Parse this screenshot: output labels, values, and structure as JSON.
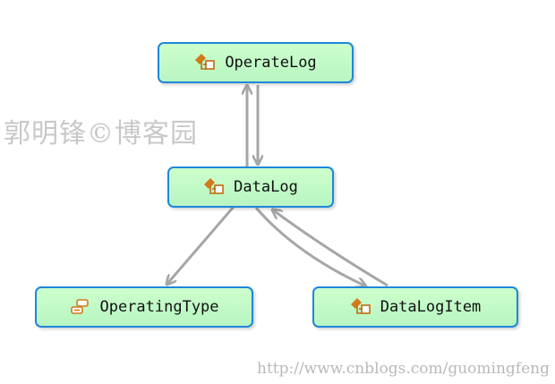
{
  "diagram": {
    "nodes": [
      {
        "id": "operatelog",
        "label": "OperateLog",
        "icon": "entity-class-icon"
      },
      {
        "id": "datalog",
        "label": "DataLog",
        "icon": "entity-class-icon"
      },
      {
        "id": "operatingtype",
        "label": "OperatingType",
        "icon": "enum-icon"
      },
      {
        "id": "datalogitem",
        "label": "DataLogItem",
        "icon": "entity-class-icon"
      }
    ],
    "edges": [
      {
        "from": "datalog",
        "to": "operatelog"
      },
      {
        "from": "operatelog",
        "to": "datalog"
      },
      {
        "from": "datalog",
        "to": "operatingtype"
      },
      {
        "from": "datalog",
        "to": "datalogitem"
      },
      {
        "from": "datalogitem",
        "to": "datalog"
      }
    ]
  },
  "watermark": {
    "left_text": "郭明锋©博客园",
    "url_text": "http://www.cnblogs.com/guomingfeng"
  },
  "colors": {
    "node_fill": "#ccffcc",
    "node_border": "#1e88d8",
    "edge": "#a6a6a6",
    "icon_orange": "#d07a1a",
    "watermark": "#c8c8c8"
  }
}
